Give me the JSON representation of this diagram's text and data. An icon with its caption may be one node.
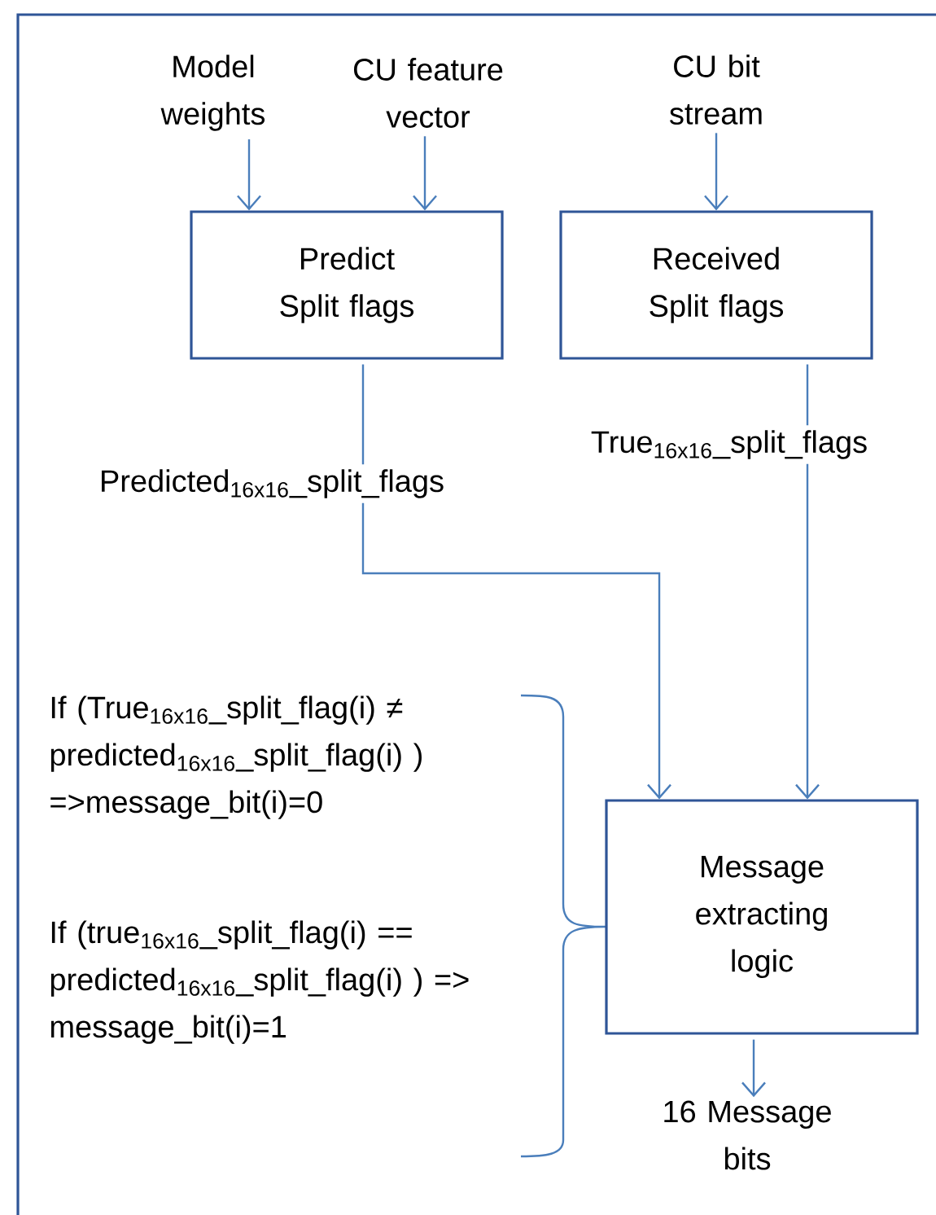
{
  "diagram": {
    "nodes": [
      {
        "text": [
          "Model weights"
        ]
      },
      {
        "text": [
          "CU feature vector"
        ]
      },
      {
        "text": [
          "CU bit stream"
        ]
      },
      {
        "text": [
          "Predict Split flags"
        ]
      },
      {
        "text": [
          "Received Split flags"
        ]
      },
      {
        "text": [
          "Message extracting logic"
        ]
      },
      {
        "text": [
          "16 Message bits"
        ]
      }
    ],
    "edges": [
      {
        "from": 0,
        "to": 3,
        "arrow": "to"
      },
      {
        "from": 1,
        "to": 3,
        "arrow": "to"
      },
      {
        "from": 2,
        "to": 4,
        "arrow": "to"
      },
      {
        "from": 3,
        "to": 5,
        "arrow": "to",
        "label": "Predicted$_{16x16}$_split_flags"
      },
      {
        "from": 4,
        "to": 5,
        "arrow": "to",
        "label": "True$_{16x16}$_split_flags"
      },
      {
        "from": 5,
        "to": 6,
        "arrow": "to"
      }
    ],
    "labels": [
      "If (True$_{16x16}$_split_flag(i) ≠ predicted$_{16x16}$_split_flag(i) ) =>message_bit(i)=0",
      "If (true$_{16x16}$_split_flag(i) == predicted$_{16x16}$_split_flag(i) ) => message_bit(i)=1"
    ]
  }
}
